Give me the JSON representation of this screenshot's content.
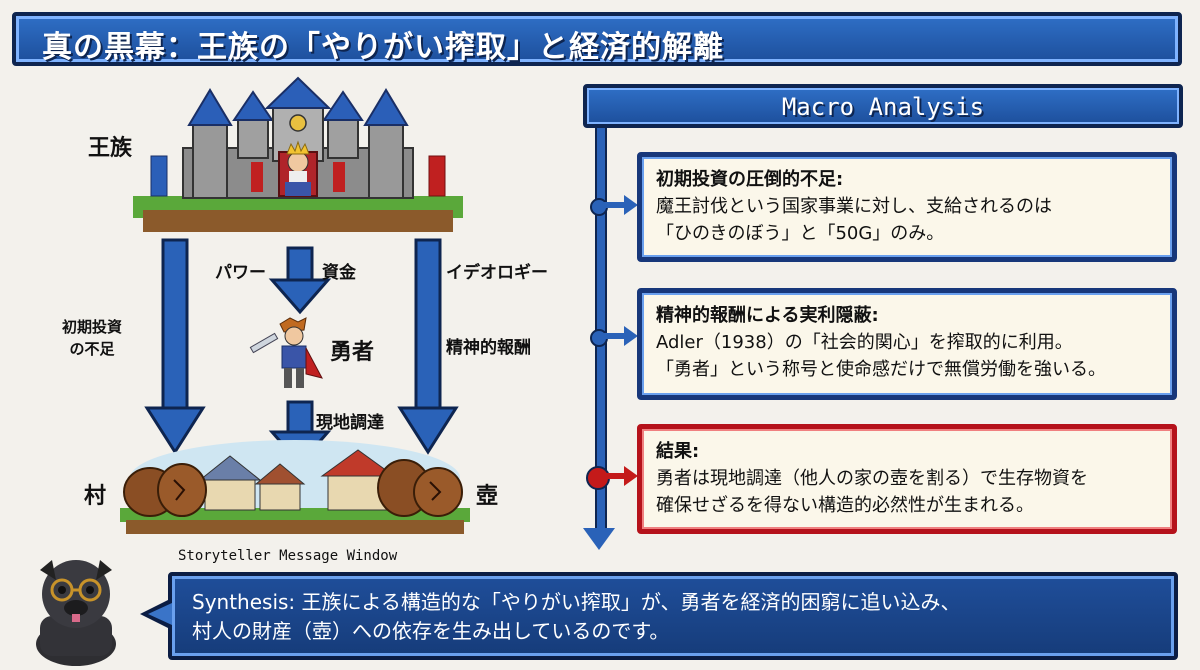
{
  "title": "真の黒幕：王族の「やりがい搾取」と経済的解離",
  "diagram": {
    "royalty_label": "王族",
    "village_label": "村",
    "pot_label": "壺",
    "hero_label": "勇者",
    "power_label": "パワー",
    "funds_label": "資金",
    "ideology_label": "イデオロギー",
    "underinvest_label": "初期投資\nの不足",
    "spiritual_reward_label": "精神的報酬",
    "local_procurement_label": "現地調達"
  },
  "macro": {
    "header": "Macro Analysis",
    "items": [
      {
        "title": "初期投資の圧倒的不足:",
        "body": "魔王討伐という国家事業に対し、支給されるのは\n「ひのきのぼう」と「50G」のみ。",
        "accent": "#17377a"
      },
      {
        "title": "精神的報酬による実利隠蔽:",
        "body": "Adler（1938）の「社会的関心」を搾取的に利用。\n「勇者」という称号と使命感だけで無償労働を強いる。",
        "accent": "#17377a"
      },
      {
        "title": "結果:",
        "body": "勇者は現地調達（他人の家の壺を割る）で生存物資を\n確保せざるを得ない構造的必然性が生まれる。",
        "accent": "#b5121b"
      }
    ]
  },
  "storyteller": {
    "caption": "Storyteller Message Window",
    "message": "Synthesis: 王族による構造的な「やりがい搾取」が、勇者を経済的困窮に追い込み、\n村人の財産（壺）への依存を生み出しているのです。"
  },
  "colors": {
    "blue": "#2a62b8",
    "dark_blue": "#0e2550",
    "red": "#b5121b",
    "panel_bg": "#fbf7ea"
  }
}
